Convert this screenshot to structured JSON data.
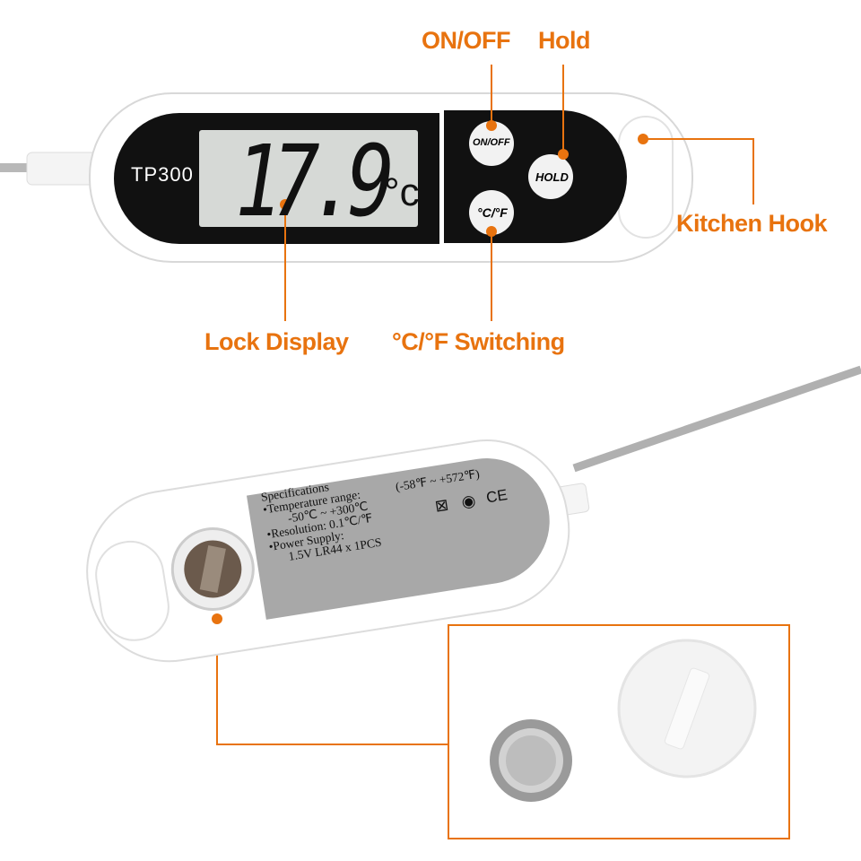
{
  "device": {
    "model": "TP300",
    "reading": "17.9",
    "unit": "°c",
    "buttons": {
      "onoff": "ON/OFF",
      "hold": "HOLD",
      "cf": "°C/°F"
    }
  },
  "callouts": {
    "onoff": "ON/OFF",
    "hold": "Hold",
    "kitchen_hook": "Kitchen Hook",
    "lock_display": "Lock Display",
    "cf_switching": "°C/°F Switching"
  },
  "spec_label": {
    "title": "Specifications",
    "lines": [
      "•Temperature range:",
      "-50℃ ~ +300℃",
      "•Resolution: 0.1℃/℉",
      "•Power Supply:",
      "1.5V  LR44 x 1PCS"
    ],
    "fahrenheit_range": "(-58℉ ~ +572℉)",
    "marks": [
      "weee-bin-icon",
      "recycle-icon",
      "ce-mark"
    ],
    "ce": "CE"
  },
  "colors": {
    "accent": "#e8730f",
    "lcd": "#d6d9d6",
    "panel": "#111111"
  }
}
